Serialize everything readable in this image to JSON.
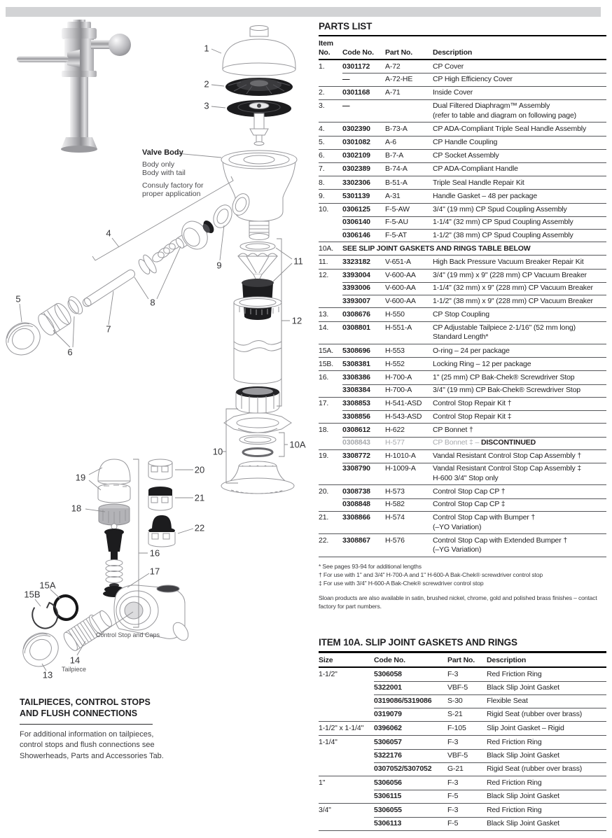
{
  "page": {
    "top_bar_color": "#d2d3d5"
  },
  "diagram": {
    "callouts": {
      "c1": "1",
      "c2": "2",
      "c3": "3",
      "c4": "4",
      "c5": "5",
      "c6": "6",
      "c7": "7",
      "c8": "8",
      "c9": "9",
      "c10": "10",
      "c10a": "10A",
      "c11": "11",
      "c12": "12",
      "c13": "13",
      "c14": "14",
      "c15a": "15A",
      "c15b": "15B",
      "c16": "16",
      "c17": "17",
      "c18": "18",
      "c19": "19",
      "c20": "20",
      "c21": "21",
      "c22": "22"
    },
    "labels": {
      "valve_body": "Valve Body",
      "body_only": "Body only",
      "body_with_tail": "Body with tail",
      "consult_1": "Consuly factory for",
      "consult_2": "proper application",
      "control_stop_caps": "Control Stop and Caps",
      "tailpiece": "Tailpiece"
    }
  },
  "parts_list": {
    "title": "PARTS LIST",
    "headers": {
      "item_no": "Item\nNo.",
      "code": "Code No.",
      "part": "Part No.",
      "desc": "Description"
    },
    "rows": [
      {
        "item": "1.",
        "code": "0301172",
        "part": "A-72",
        "desc": "CP Cover"
      },
      {
        "sub": true,
        "code": "—",
        "part": "A-72-HE",
        "desc": "CP High Efficiency Cover"
      },
      {
        "item": "2.",
        "code": "0301168",
        "part": "A-71",
        "desc": "Inside Cover"
      },
      {
        "item": "3.",
        "code": "—",
        "desc": "Dual Filtered Diaphragm™ Assembly\n(refer to table and diagram on following page)"
      },
      {
        "item": "4.",
        "code": "0302390",
        "part": "B-73-A",
        "desc": "CP ADA-Compliant Triple Seal Handle Assembly"
      },
      {
        "item": "5.",
        "code": "0301082",
        "part": "A-6",
        "desc": "CP Handle Coupling"
      },
      {
        "item": "6.",
        "code": "0302109",
        "part": "B-7-A",
        "desc": "CP Socket Assembly"
      },
      {
        "item": "7.",
        "code": "0302389",
        "part": "B-74-A",
        "desc": "CP ADA-Compliant Handle"
      },
      {
        "item": "8.",
        "code": "3302306",
        "part": "B-51-A",
        "desc": "Triple Seal Handle Repair Kit"
      },
      {
        "item": "9.",
        "code": "5301139",
        "part": "A-31",
        "desc": "Handle Gasket – 48 per package"
      },
      {
        "item": "10.",
        "code": "0306125",
        "part": "F-5-AW",
        "desc": "3/4\" (19 mm) CP Spud Coupling Assembly"
      },
      {
        "sub": true,
        "code": "0306140",
        "part": "F-5-AU",
        "desc": "1-1/4\" (32 mm) CP Spud Coupling Assembly"
      },
      {
        "sub": true,
        "code": "0306146",
        "part": "F-5-AT",
        "desc": "1-1/2\" (38 mm) CP Spud Coupling Assembly"
      },
      {
        "item": "10A.",
        "note": "SEE SLIP JOINT GASKETS AND RINGS TABLE BELOW"
      },
      {
        "item": "11.",
        "code": "3323182",
        "part": "V-651-A",
        "desc": "High Back Pressure Vacuum Breaker Repair Kit"
      },
      {
        "item": "12.",
        "code": "3393004",
        "part": "V-600-AA",
        "desc": "3/4\" (19 mm) x 9\" (228 mm) CP Vacuum Breaker"
      },
      {
        "sub": true,
        "code": "3393006",
        "part": "V-600-AA",
        "desc": "1-1/4\" (32 mm) x 9\" (228 mm) CP Vacuum Breaker"
      },
      {
        "sub": true,
        "code": "3393007",
        "part": "V-600-AA",
        "desc": "1-1/2\" (38 mm) x 9\" (228 mm) CP Vacuum Breaker"
      },
      {
        "item": "13.",
        "code": "0308676",
        "part": "H-550",
        "desc": "CP Stop Coupling"
      },
      {
        "item": "14.",
        "code": "0308801",
        "part": "H-551-A",
        "desc": "CP Adjustable Tailpiece 2-1/16\" (52 mm long)\nStandard Length*"
      },
      {
        "item": "15A.",
        "code": "5308696",
        "part": "H-553",
        "desc": "O-ring – 24 per package"
      },
      {
        "item": "15B.",
        "code": "5308381",
        "part": "H-552",
        "desc": "Locking Ring – 12 per package"
      },
      {
        "item": "16.",
        "code": "3308386",
        "part": "H-700-A",
        "desc": "1\" (25 mm) CP Bak-Chek® Screwdriver Stop"
      },
      {
        "sub": true,
        "code": "3308384",
        "part": "H-700-A",
        "desc": "3/4\" (19 mm) CP Bak-Chek® Screwdriver Stop"
      },
      {
        "item": "17.",
        "code": "3308853",
        "part": "H-541-ASD",
        "desc": "Control Stop Repair Kit †"
      },
      {
        "sub": true,
        "code": "3308856",
        "part": "H-543-ASD",
        "desc": "Control Stop Repair Kit ‡"
      },
      {
        "item": "18.",
        "code": "0308612",
        "part": "H-622",
        "desc": "CP Bonnet †"
      },
      {
        "sub": true,
        "gray": true,
        "code": "0308843",
        "part": "H-577",
        "desc": "CP Bonnet ‡ – ",
        "desc_bold": "DISCONTINUED"
      },
      {
        "item": "19.",
        "code": "3308772",
        "part": "H-1010-A",
        "desc": "Vandal Resistant Control Stop Cap Assembly †"
      },
      {
        "sub": true,
        "code": "3308790",
        "part": "H-1009-A",
        "desc": "Vandal Resistant Control Stop Cap Assembly ‡\nH-600 3/4\" Stop only"
      },
      {
        "item": "20.",
        "code": "0308738",
        "part": "H-573",
        "desc": "Control Stop Cap CP †"
      },
      {
        "sub": true,
        "code": "0308848",
        "part": "H-582",
        "desc": "Control Stop Cap CP ‡"
      },
      {
        "item": "21.",
        "code": "3308866",
        "part": "H-574",
        "desc": "Control Stop Cap with Bumper †\n(–YO Variation)"
      },
      {
        "item": "22.",
        "code": "3308867",
        "part": "H-576",
        "desc": "Control Stop Cap with Extended Bumper †\n(–YG Variation)"
      }
    ]
  },
  "footnotes": [
    {
      "text": "* See pages 93-94 for additional lengths"
    },
    {
      "text": "† For use with 1\" and 3/4\" H-700-A and 1\" H-600-A Bak-Chek® screwdriver control stop"
    },
    {
      "text": "‡ For use with 3/4\" H-600-A Bak-Chek® screwdriver control stop"
    }
  ],
  "availability_note": "Sloan products are also available in satin, brushed nickel, chrome, gold and polished brass finishes – contact factory for part numbers.",
  "slip_table": {
    "title": "ITEM 10A. SLIP JOINT GASKETS AND RINGS",
    "headers": {
      "size": "Size",
      "code": "Code No.",
      "part": "Part No.",
      "desc": "Description"
    },
    "rows": [
      {
        "size": "1-1/2\"",
        "code": "5306058",
        "part": "F-3",
        "desc": "Red Friction Ring"
      },
      {
        "sub": true,
        "code": "5322001",
        "part": "VBF-5",
        "desc": "Black Slip Joint Gasket"
      },
      {
        "sub": true,
        "code": "0319086/5319086",
        "part": "S-30",
        "desc": "Flexible Seat"
      },
      {
        "sub": true,
        "code": "0319079",
        "part": "S-21",
        "desc": "Rigid Seat (rubber over brass)"
      },
      {
        "size": "1-1/2\" x 1-1/4\"",
        "code": "0396062",
        "part": "F-105",
        "desc": "Slip Joint Gasket – Rigid"
      },
      {
        "size": "1-1/4\"",
        "code": "5306057",
        "part": "F-3",
        "desc": "Red Friction Ring"
      },
      {
        "sub": true,
        "code": "5322176",
        "part": "VBF-5",
        "desc": "Black Slip Joint Gasket"
      },
      {
        "sub": true,
        "code": "0307052/5307052",
        "part": "G-21",
        "desc": "Rigid Seat (rubber over brass)"
      },
      {
        "size": "1\"",
        "code": "5306056",
        "part": "F-3",
        "desc": "Red Friction Ring"
      },
      {
        "sub": true,
        "code": "5306115",
        "part": "F-5",
        "desc": "Black Slip Joint Gasket"
      },
      {
        "size": "3/4\"",
        "code": "5306055",
        "part": "F-3",
        "desc": "Red Friction Ring"
      },
      {
        "sub": true,
        "code": "5306113",
        "part": "F-5",
        "desc": "Black Slip Joint Gasket"
      }
    ]
  },
  "left_info": {
    "heading": "TAILPIECES, CONTROL STOPS\nAND FLUSH CONNECTIONS",
    "body": "For additional information on tailpieces, control stops and flush connections see Showerheads, Parts and Accessories Tab."
  }
}
